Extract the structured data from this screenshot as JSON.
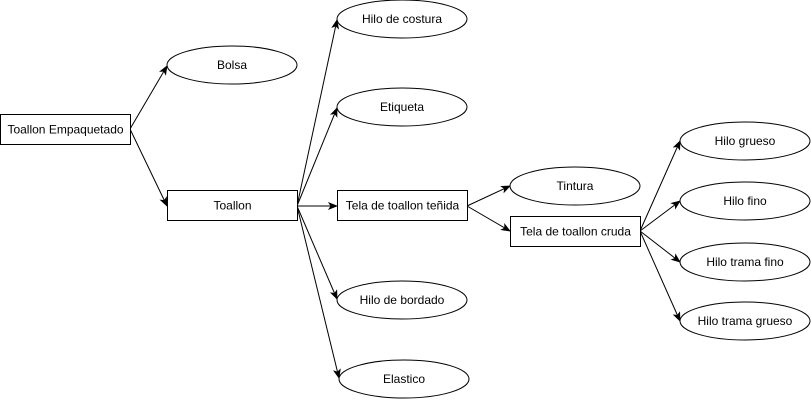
{
  "diagram": {
    "nodes": [
      {
        "id": "empaquetado",
        "label": "Toallon Empaquetado",
        "shape": "rectangle"
      },
      {
        "id": "bolsa",
        "label": "Bolsa",
        "shape": "ellipse"
      },
      {
        "id": "toallon",
        "label": "Toallon",
        "shape": "rectangle"
      },
      {
        "id": "hilo_costura",
        "label": "Hilo de costura",
        "shape": "ellipse"
      },
      {
        "id": "etiqueta",
        "label": "Etiqueta",
        "shape": "ellipse"
      },
      {
        "id": "tela_tenida",
        "label": "Tela de toallon teñida",
        "shape": "rectangle"
      },
      {
        "id": "hilo_bordado",
        "label": "Hilo de bordado",
        "shape": "ellipse"
      },
      {
        "id": "elastico",
        "label": "Elastico",
        "shape": "ellipse"
      },
      {
        "id": "tintura",
        "label": "Tintura",
        "shape": "ellipse"
      },
      {
        "id": "tela_cruda",
        "label": "Tela de toallon cruda",
        "shape": "rectangle"
      },
      {
        "id": "hilo_grueso",
        "label": "Hilo grueso",
        "shape": "ellipse"
      },
      {
        "id": "hilo_fino",
        "label": "Hilo fino",
        "shape": "ellipse"
      },
      {
        "id": "hilo_trama_fino",
        "label": "Hilo trama fino",
        "shape": "ellipse"
      },
      {
        "id": "hilo_trama_grueso",
        "label": "Hilo trama grueso",
        "shape": "ellipse"
      }
    ],
    "edges": [
      {
        "from": "empaquetado",
        "to": "bolsa"
      },
      {
        "from": "empaquetado",
        "to": "toallon"
      },
      {
        "from": "toallon",
        "to": "hilo_costura"
      },
      {
        "from": "toallon",
        "to": "etiqueta"
      },
      {
        "from": "toallon",
        "to": "tela_tenida"
      },
      {
        "from": "toallon",
        "to": "hilo_bordado"
      },
      {
        "from": "toallon",
        "to": "elastico"
      },
      {
        "from": "tela_tenida",
        "to": "tintura"
      },
      {
        "from": "tela_tenida",
        "to": "tela_cruda"
      },
      {
        "from": "tela_cruda",
        "to": "hilo_grueso"
      },
      {
        "from": "tela_cruda",
        "to": "hilo_fino"
      },
      {
        "from": "tela_cruda",
        "to": "hilo_trama_fino"
      },
      {
        "from": "tela_cruda",
        "to": "hilo_trama_grueso"
      }
    ]
  }
}
